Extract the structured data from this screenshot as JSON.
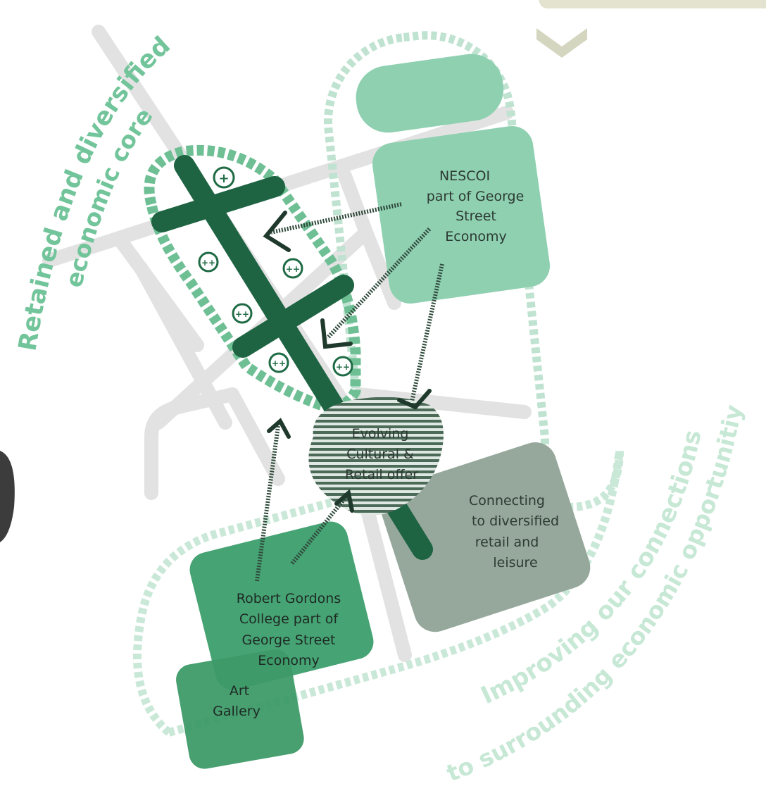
{
  "arcs": {
    "core_line1": "Retained and diversified",
    "core_line2": "economic core",
    "connections_line1": "Improving our connections",
    "connections_line2": "to surrounding economic opportunitiy"
  },
  "areas": {
    "nescoi": [
      "NESCOI",
      "part of George",
      "Street",
      "Economy"
    ],
    "cultural": [
      "Evolving",
      "Cultural &",
      "Retail offer"
    ],
    "connecting": [
      "Connecting",
      "to diversified",
      "retail and",
      "leisure"
    ],
    "rgc": [
      "Robert Gordons",
      "College part of",
      "George Street",
      "Economy"
    ],
    "art_gallery": [
      "Art",
      "Gallery"
    ]
  },
  "colors": {
    "core_green": "#1f6b45",
    "light_green": "#8fd0b1",
    "mid_green": "#3f9f6e",
    "grey_green": "#8fa397",
    "road_grey": "#e0e0e0",
    "arc_text": "#7ecaa2",
    "arc_text_light": "#c8e9d7",
    "top_tab": "#e3e3cf",
    "chevron": "#d4d6bf"
  },
  "markers": [
    "plus-icon",
    "double-plus-icon"
  ]
}
